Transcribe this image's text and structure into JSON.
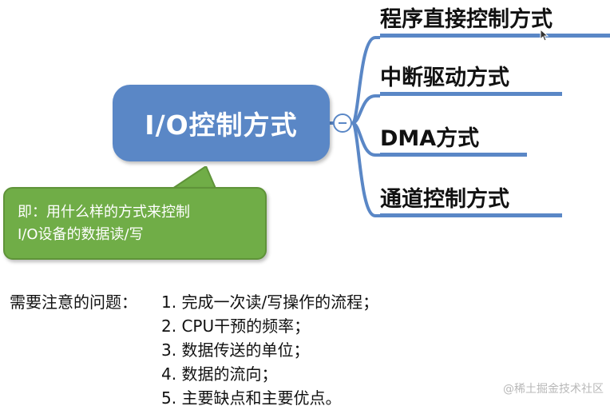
{
  "mindmap": {
    "root_label": "I/O控制方式",
    "branches": [
      {
        "label": "程序直接控制方式"
      },
      {
        "label": "中断驱动方式"
      },
      {
        "label": "DMA方式"
      },
      {
        "label": "通道控制方式"
      }
    ],
    "collapse_icon": "minus-circle-icon"
  },
  "callout": {
    "lines": [
      "即：用什么样的方式来控制",
      "I/O设备的数据读/写"
    ]
  },
  "notes": {
    "title": "需要注意的问题：",
    "items": [
      "1. 完成一次读/写操作的流程；",
      "2. CPU干预的频率；",
      "3. 数据传送的单位；",
      "4. 数据的流向；",
      "5. 主要缺点和主要优点。"
    ]
  },
  "watermark": "@稀土掘金技术社区",
  "colors": {
    "accent_blue": "#5a87c6",
    "callout_green": "#70ad47"
  }
}
